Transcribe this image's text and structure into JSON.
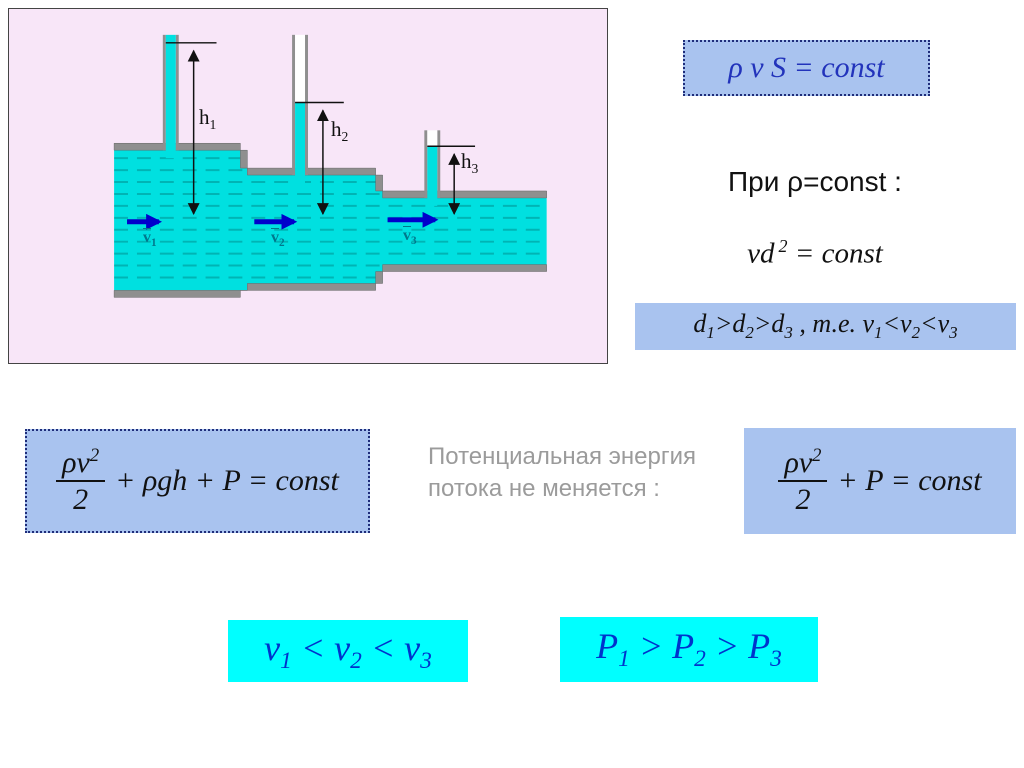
{
  "colors": {
    "slide_bg": "#ffffff",
    "panel_bg": "#f8e6f8",
    "formula_box_bg": "#a9c3ef",
    "result_box_bg": "#00ffff",
    "continuity_text_blue": "#2233bb",
    "result_text_blue": "#0033cc",
    "note_gray": "#9b9b9b",
    "fluid_cyan": "#00e0e0",
    "pipe_wall_gray": "#8f8f8f",
    "flow_dash_teal": "#00b4b4",
    "velocity_arrow_blue": "#0000cc",
    "velocity_label_teal": "#00788c"
  },
  "diagram": {
    "labels": {
      "h1": {
        "base": "h",
        "sub": "1"
      },
      "h2": {
        "base": "h",
        "sub": "2"
      },
      "h3": {
        "base": "h",
        "sub": "3"
      },
      "v1": {
        "base": "v",
        "sub": "1"
      },
      "v2": {
        "base": "v",
        "sub": "2"
      },
      "v3": {
        "base": "v",
        "sub": "3"
      }
    }
  },
  "continuity_formula": "ρ v S = const",
  "condition_text": "При ρ=const :",
  "vd_formula": {
    "base": "vd",
    "sup": "2",
    "rhs": " = const"
  },
  "diameter_relation": [
    "d",
    "1",
    ">d",
    "2",
    ">d",
    "3",
    " , т.е. v",
    "1",
    "<v",
    "2",
    "<v",
    "3"
  ],
  "bernoulli_full": {
    "num": "ρv",
    "num_sup": "2",
    "den": "2",
    "rest": "+ ρgh + P = const"
  },
  "potential_note": {
    "line1": "Потенциальная энергия",
    "line2": "потока не меняется :"
  },
  "bernoulli_reduced": {
    "num": "ρv",
    "num_sup": "2",
    "den": "2",
    "rest": "+ P = const"
  },
  "velocity_relation": [
    "v",
    "1",
    " < v",
    "2",
    " < v",
    "3"
  ],
  "pressure_relation": [
    "P",
    "1",
    " > P",
    "2",
    " > P",
    "3"
  ]
}
